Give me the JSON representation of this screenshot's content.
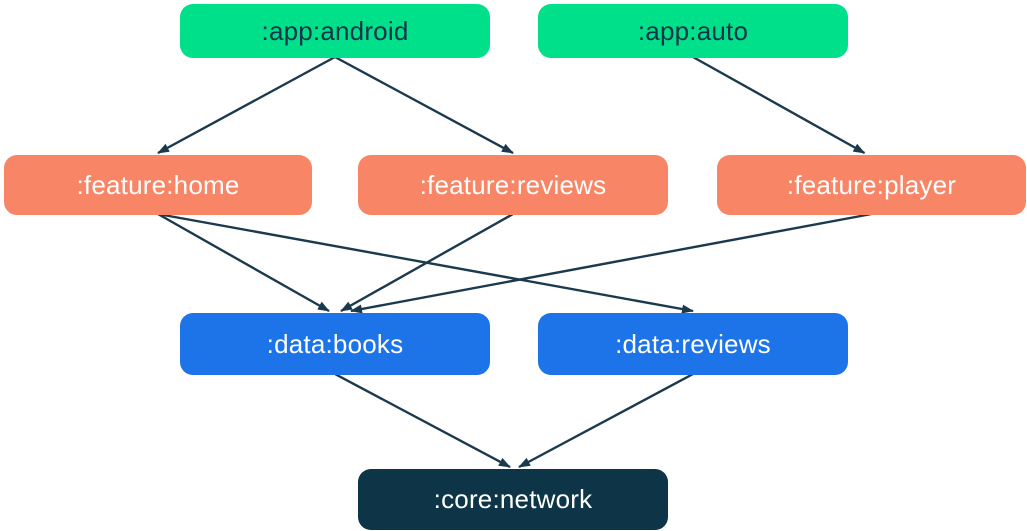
{
  "diagram": {
    "type": "module-dependency-graph",
    "palette": {
      "background": "#FFFFFF",
      "app": "#00E08B",
      "feature": "#F88566",
      "data": "#1D73E8",
      "core": "#0D3447",
      "edge": "#1B3A4D",
      "text_on_app": "#0D3447",
      "text_on_feature": "#FFFFFF",
      "text_on_data": "#FFFFFF",
      "text_on_core": "#FFFFFF"
    },
    "nodes": [
      {
        "id": "app-android",
        "label": ":app:android",
        "group": "app"
      },
      {
        "id": "app-auto",
        "label": ":app:auto",
        "group": "app"
      },
      {
        "id": "feature-home",
        "label": ":feature:home",
        "group": "feature"
      },
      {
        "id": "feature-reviews",
        "label": ":feature:reviews",
        "group": "feature"
      },
      {
        "id": "feature-player",
        "label": ":feature:player",
        "group": "feature"
      },
      {
        "id": "data-books",
        "label": ":data:books",
        "group": "data"
      },
      {
        "id": "data-reviews",
        "label": ":data:reviews",
        "group": "data"
      },
      {
        "id": "core-network",
        "label": ":core:network",
        "group": "core"
      }
    ],
    "edges": [
      {
        "from": "app-android",
        "to": "feature-home"
      },
      {
        "from": "app-android",
        "to": "feature-reviews"
      },
      {
        "from": "app-auto",
        "to": "feature-player"
      },
      {
        "from": "feature-home",
        "to": "data-books"
      },
      {
        "from": "feature-home",
        "to": "data-reviews"
      },
      {
        "from": "feature-reviews",
        "to": "data-books"
      },
      {
        "from": "feature-player",
        "to": "data-books"
      },
      {
        "from": "data-books",
        "to": "core-network"
      },
      {
        "from": "data-reviews",
        "to": "core-network"
      }
    ]
  }
}
